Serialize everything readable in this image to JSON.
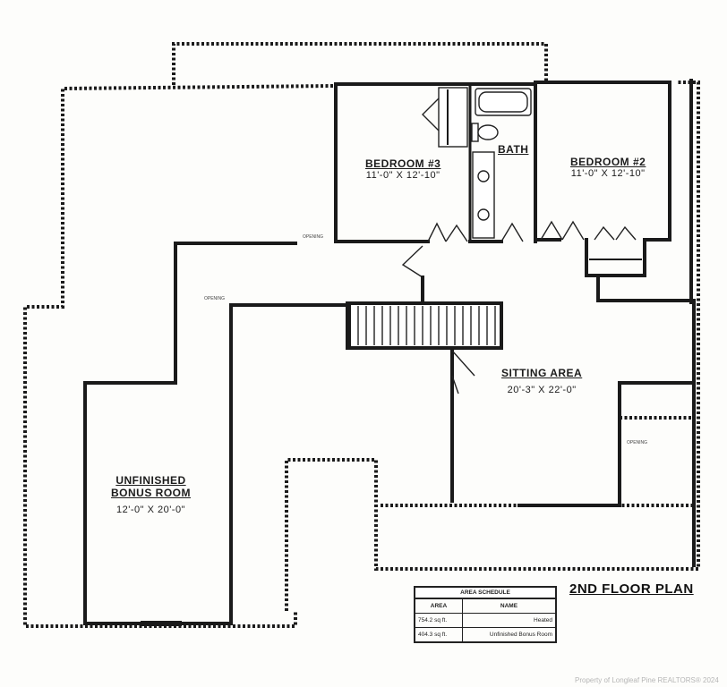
{
  "plan_title": "2ND FLOOR PLAN",
  "rooms": {
    "bedroom3": {
      "name": "BEDROOM #3",
      "dims": "11'-0\" x 12'-10\""
    },
    "bedroom2": {
      "name": "BEDROOM #2",
      "dims": "11'-0\" x 12'-10\""
    },
    "bath": {
      "name": "BATH"
    },
    "sitting": {
      "name": "SITTING AREA",
      "dims": "20'-3\" x 22'-0\""
    },
    "bonus": {
      "name_line1": "UNFINISHED",
      "name_line2": "BONUS ROOM",
      "dims": "12'-0\" x 20'-0\""
    }
  },
  "area_schedule": {
    "title": "AREA SCHEDULE",
    "headers": [
      "AREA",
      "NAME"
    ],
    "rows": [
      {
        "area": "754.2 sq ft.",
        "name": "Heated"
      },
      {
        "area": "404.3 sq ft.",
        "name": "Unfinished Bonus Room"
      }
    ]
  },
  "small_labels": {
    "a": "OPENING",
    "b": "OPENING",
    "c": "OPENING"
  },
  "watermark": "Property of Longleaf Pine REALTORS® 2024"
}
